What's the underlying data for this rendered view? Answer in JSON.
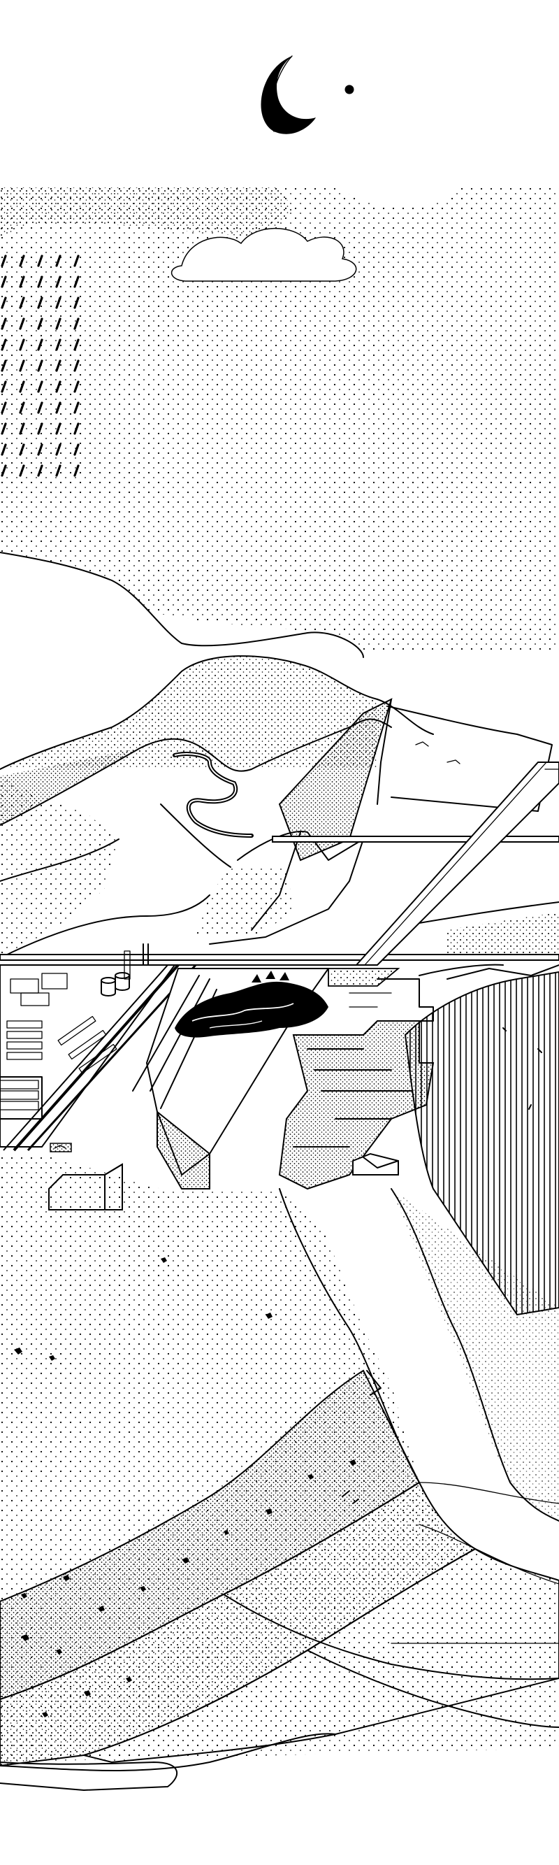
{
  "artwork": {
    "style": "black ink line drawing with stipple shading",
    "colors": {
      "ink": "#000000",
      "paper": "#ffffff"
    }
  },
  "elements": [
    {
      "name": "crescent-moon-icon"
    },
    {
      "name": "star-dot-icon"
    },
    {
      "name": "cloud-illustration"
    },
    {
      "name": "dotted-sky"
    },
    {
      "name": "rain-streaks"
    },
    {
      "name": "mountain-range"
    },
    {
      "name": "winding-road"
    },
    {
      "name": "horizontal-bridge"
    },
    {
      "name": "diagonal-bridge"
    },
    {
      "name": "industrial-complex"
    },
    {
      "name": "storage-tanks"
    },
    {
      "name": "quarry-pit"
    },
    {
      "name": "black-lake"
    },
    {
      "name": "stepped-terraces"
    },
    {
      "name": "vertical-hatched-cliff"
    },
    {
      "name": "stone-block-left"
    },
    {
      "name": "stone-block-right"
    },
    {
      "name": "stippled-valley-ground"
    },
    {
      "name": "layered-strata-bands"
    },
    {
      "name": "rock-scatter"
    }
  ]
}
